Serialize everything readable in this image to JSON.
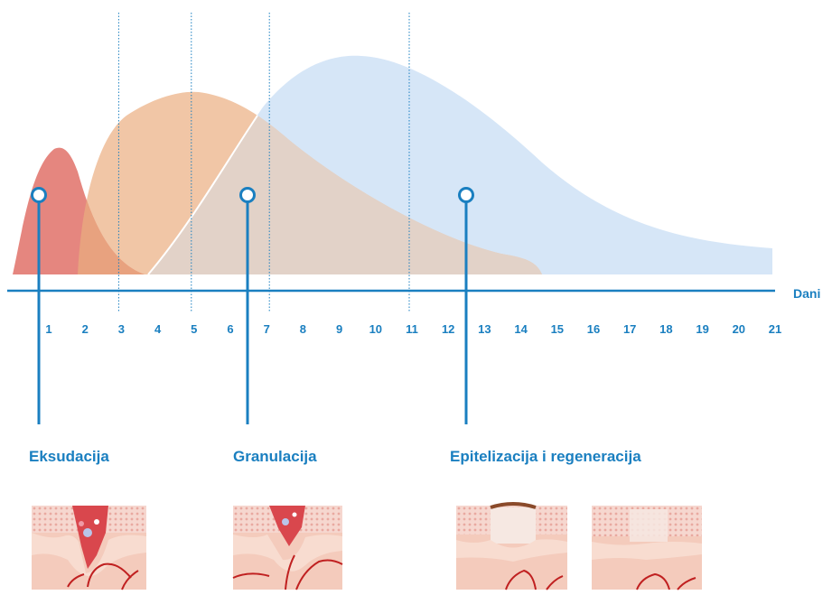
{
  "axis": {
    "label": "Dani",
    "ticks": [
      "1",
      "2",
      "3",
      "4",
      "5",
      "6",
      "7",
      "8",
      "9",
      "10",
      "11",
      "12",
      "13",
      "14",
      "15",
      "16",
      "17",
      "18",
      "19",
      "20",
      "21"
    ]
  },
  "phases": [
    {
      "id": "eksudacija",
      "label": "Eksudacija",
      "day": 1
    },
    {
      "id": "granulacija",
      "label": "Granulacija",
      "day": 6.5
    },
    {
      "id": "epitelizacija",
      "label": "Epitelizacija i regeneracija",
      "day": 12.6
    }
  ],
  "dividers_days": [
    3,
    5,
    7,
    11
  ],
  "colors": {
    "accent": "#1a7fc0",
    "exudation": "#e5867f",
    "granulation": "#f1c6a6",
    "epithelization": "#d6e6f7",
    "overlap": "#e2d2c8"
  }
}
